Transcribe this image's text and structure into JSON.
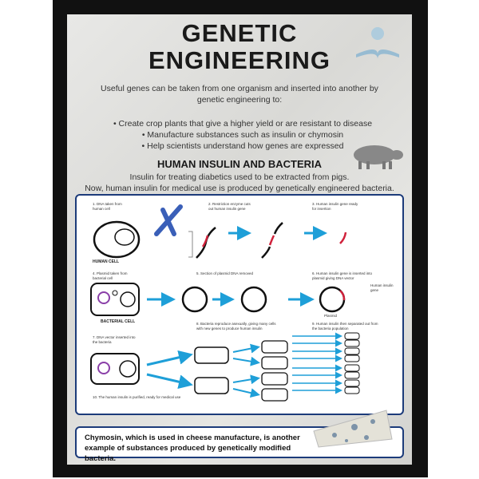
{
  "poster": {
    "title_line1": "GENETIC",
    "title_line2": "ENGINEERING",
    "intro": "Useful genes can be taken from one organism and inserted into another by genetic engineering to:",
    "bullets": [
      "• Create crop plants that give a higher yield or are resistant to disease",
      "• Manufacture substances such as insulin or chymosin",
      "• Help scientists understand how genes are expressed"
    ],
    "subtitle": "HUMAN INSULIN AND BACTERIA",
    "subtext1": "Insulin for treating diabetics used to be extracted from pigs.",
    "subtext2": "Now, human insulin for medical use is produced by genetically engineered bacteria.",
    "steps": {
      "s1": "1. DNA taken from human cell",
      "s2": "2. Restriction enzyme cuts out human insulin gene",
      "s3": "3. Human insulin gene ready for insertion",
      "s4": "4. Plasmid taken from bacterial cell",
      "s5": "5. Section of plasmid DNA removed",
      "s6": "6. Human insulin gene is inserted into plasmid giving DNA vector",
      "s7": "7. DNA vector inserted into the bacteria",
      "s8": "8. Bacteria reproduce asexually, giving many cells with new genes to produce human insulin",
      "s9": "9. Human insulin then separated out from the bacteria population",
      "s10": "10. The human insulin is purified, ready for medical use"
    },
    "human_cell": "HUMAN CELL",
    "bacterial_cell": "BACTERIAL CELL",
    "human_insulin_gene": "Human insulin gene",
    "plasmid": "Plasmid",
    "chymosin_text": "Chymosin, which is used in cheese manufacture, is another example of substances produced by genetically modified bacteria."
  },
  "colors": {
    "border": "#1c3b7a",
    "arrow": "#1e9fd8",
    "gene": "#d0213b",
    "chromosome": "#3a5fb8",
    "dna": "#8a3fa8"
  }
}
